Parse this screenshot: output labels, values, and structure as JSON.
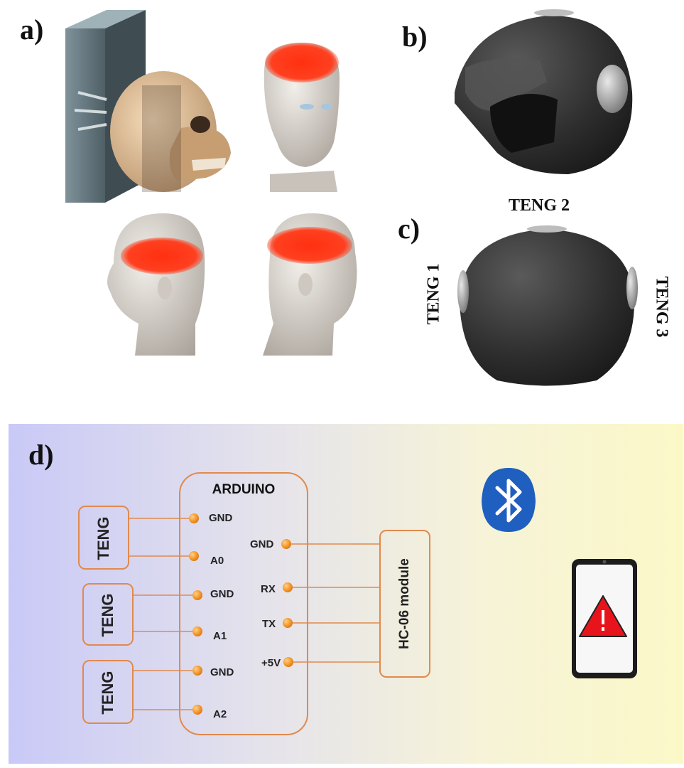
{
  "panels": {
    "a": "a)",
    "b": "b)",
    "c": "c)",
    "d": "d)"
  },
  "helmet_labels": {
    "teng1": "TENG 1",
    "teng2": "TENG 2",
    "teng3": "TENG 3"
  },
  "circuit": {
    "arduino_title": "ARDUINO",
    "teng_boxes": [
      "TENG",
      "TENG",
      "TENG"
    ],
    "left_pins": [
      "GND",
      "A0",
      "GND",
      "A1",
      "GND",
      "A2"
    ],
    "right_pins": [
      "GND",
      "RX",
      "TX",
      "+5V"
    ],
    "module_label": "HC-06 module"
  },
  "icons": {
    "bluetooth": "bluetooth-icon",
    "phone": "smartphone-icon",
    "warning": "warning-icon"
  },
  "colors": {
    "wire": "#e08a4e",
    "injury": "#ff2a10",
    "bluetooth": "#1f5fbf",
    "warning": "#e8141c"
  }
}
